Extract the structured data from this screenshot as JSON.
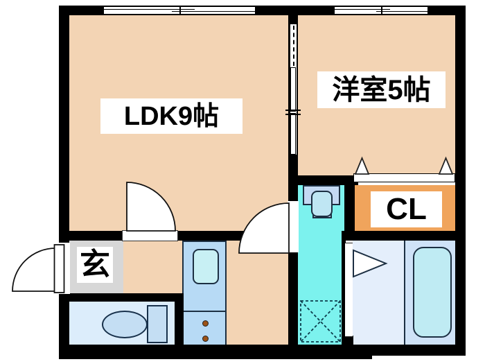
{
  "floor_plan": {
    "title": "apartment-floor-plan",
    "rooms": {
      "ldk": {
        "label": "LDK9帖"
      },
      "western_room": {
        "label": "洋室5帖"
      },
      "closet": {
        "label": "CL"
      },
      "entrance": {
        "label": "玄"
      }
    },
    "fixtures": [
      "toilet",
      "kitchen-sink",
      "stove-burners",
      "wash-basin",
      "washing-machine-space",
      "bathtub"
    ],
    "colors": {
      "room_floor": "#f3d4b4",
      "wall": "#000000",
      "closet": "#f0a45c",
      "entrance_floor": "#d7d7d7",
      "washroom": "#7cf2ee",
      "kitchen_counter": "#b7daf5",
      "kitchen_sink": "#c8f0f4",
      "toilet_room": "#dcedfb",
      "bathroom_floor": "#e4eefb",
      "bathtub_zone": "#cfe2f7",
      "bathtub": "#bfebf3",
      "burner": "#9c5216"
    }
  }
}
